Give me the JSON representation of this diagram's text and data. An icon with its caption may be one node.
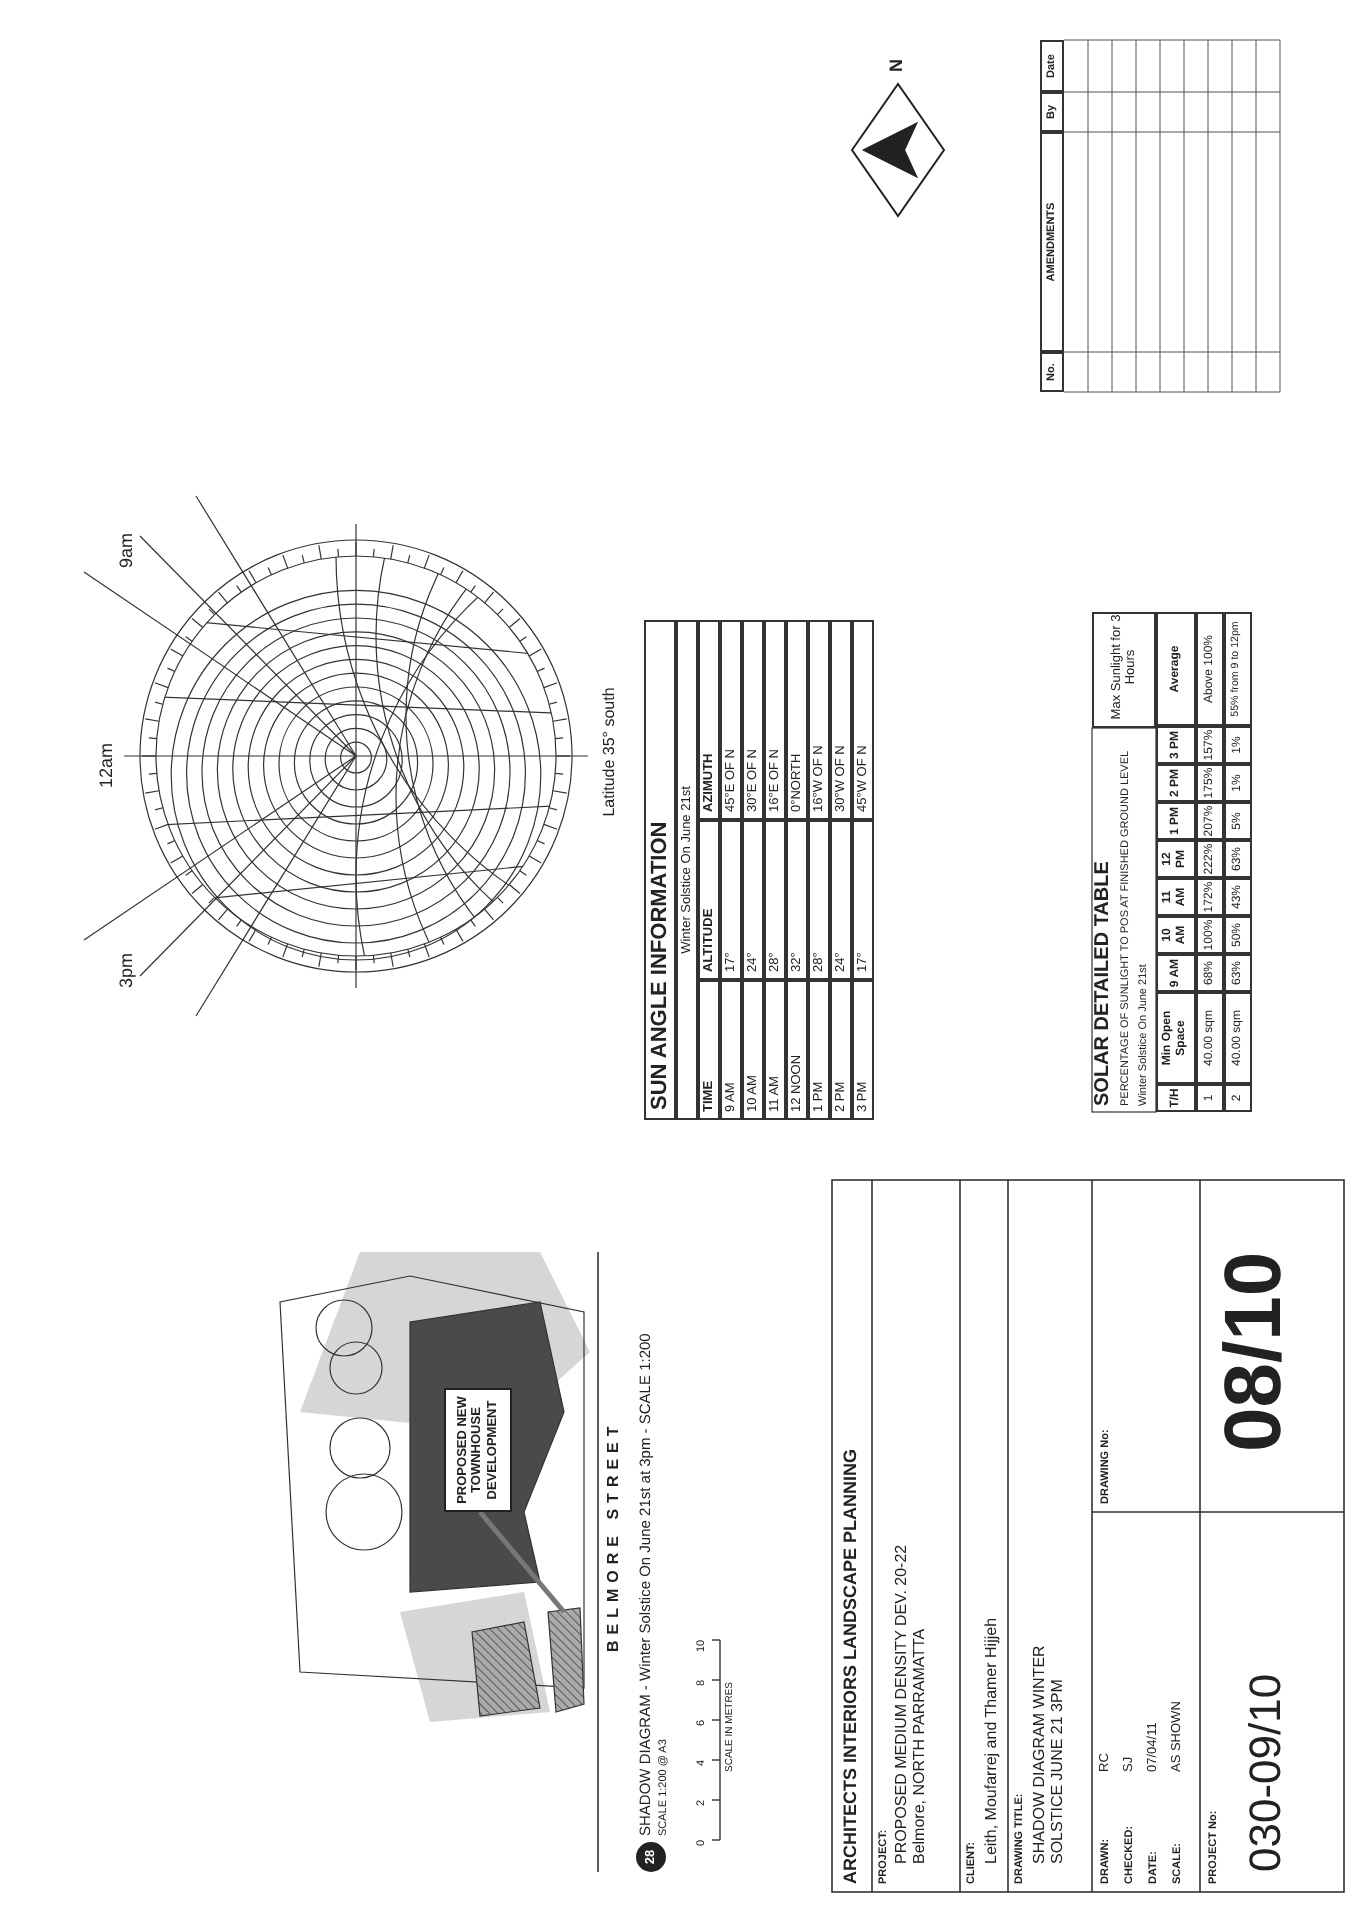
{
  "diagram": {
    "nodes": [
      {
        "text": [
          "PROPOSED NEW TOWNHOUSE DEVELOPMENT"
        ]
      },
      {
        "text": [
          "28"
        ]
      }
    ],
    "labels": [
      "12am",
      "9am",
      "3pm",
      "Latitude 35° south",
      "SUN ANGLE INFORMATION",
      "Winter Solstice On June 21st",
      "TIME",
      "ALTITUDE",
      "AZIMUTH",
      "9 AM",
      "17°",
      "45°E OF N",
      "10 AM",
      "24°",
      "30°E OF N",
      "11 AM",
      "28°",
      "16°E OF N",
      "12 NOON",
      "32°",
      "0°NORTH",
      "1 PM",
      "28°",
      "16°W OF N",
      "2 PM",
      "24°",
      "30°W OF N",
      "3 PM",
      "17°",
      "45°W OF N",
      "SOLAR DETAILED TABLE",
      "PERCENTAGE OF SUNLIGHT TO POS AT FINISHED GROUND LEVEL",
      "Winter Solstice On June 21st",
      "Max Sunlight for 3 Hours",
      "T/H",
      "Min Open Space",
      "9 AM",
      "10 AM",
      "11 AM",
      "12 PM",
      "1 PM",
      "2 PM",
      "3 PM",
      "Average",
      "1",
      "40.00 sqm",
      "68%",
      "100%",
      "172%",
      "222%",
      "207%",
      "175%",
      "157%",
      "Above 100%",
      "2",
      "40.00 sqm",
      "63%",
      "50%",
      "43%",
      "63%",
      "5%",
      "1%",
      "1%",
      "55% from 9 to 12pm",
      "BELMORE STREET",
      "SHADOW DIAGRAM - Winter Solstice On June 21st at 3pm - SCALE 1:200",
      "SCALE 1:200 @ A3",
      "0",
      "2",
      "4",
      "6",
      "8",
      "10",
      "SCALE IN METRES",
      "N",
      "No.",
      "AMENDMENTS",
      "By",
      "Date",
      "ARCHITECTS INTERIORS LANDSCAPE PLANNING",
      "PROJECT:",
      "PROPOSED MEDIUM DENSITY DEV. 20-22 Belmore, NORTH PARRAMATTA",
      "CLIENT:",
      "Leith, Moufarrej and Thamer Hijjeh",
      "DRAWING TITLE:",
      "SHADOW DIAGRAM WINTER SOLSTICE JUNE 21 3PM",
      "DRAWN:",
      "RC",
      "CHECKED:",
      "SJ",
      "DATE:",
      "07/04/11",
      "SCALE:",
      "AS SHOWN",
      "DRAWING No:",
      "PROJECT No:",
      "030-09/10",
      "08/10"
    ]
  }
}
